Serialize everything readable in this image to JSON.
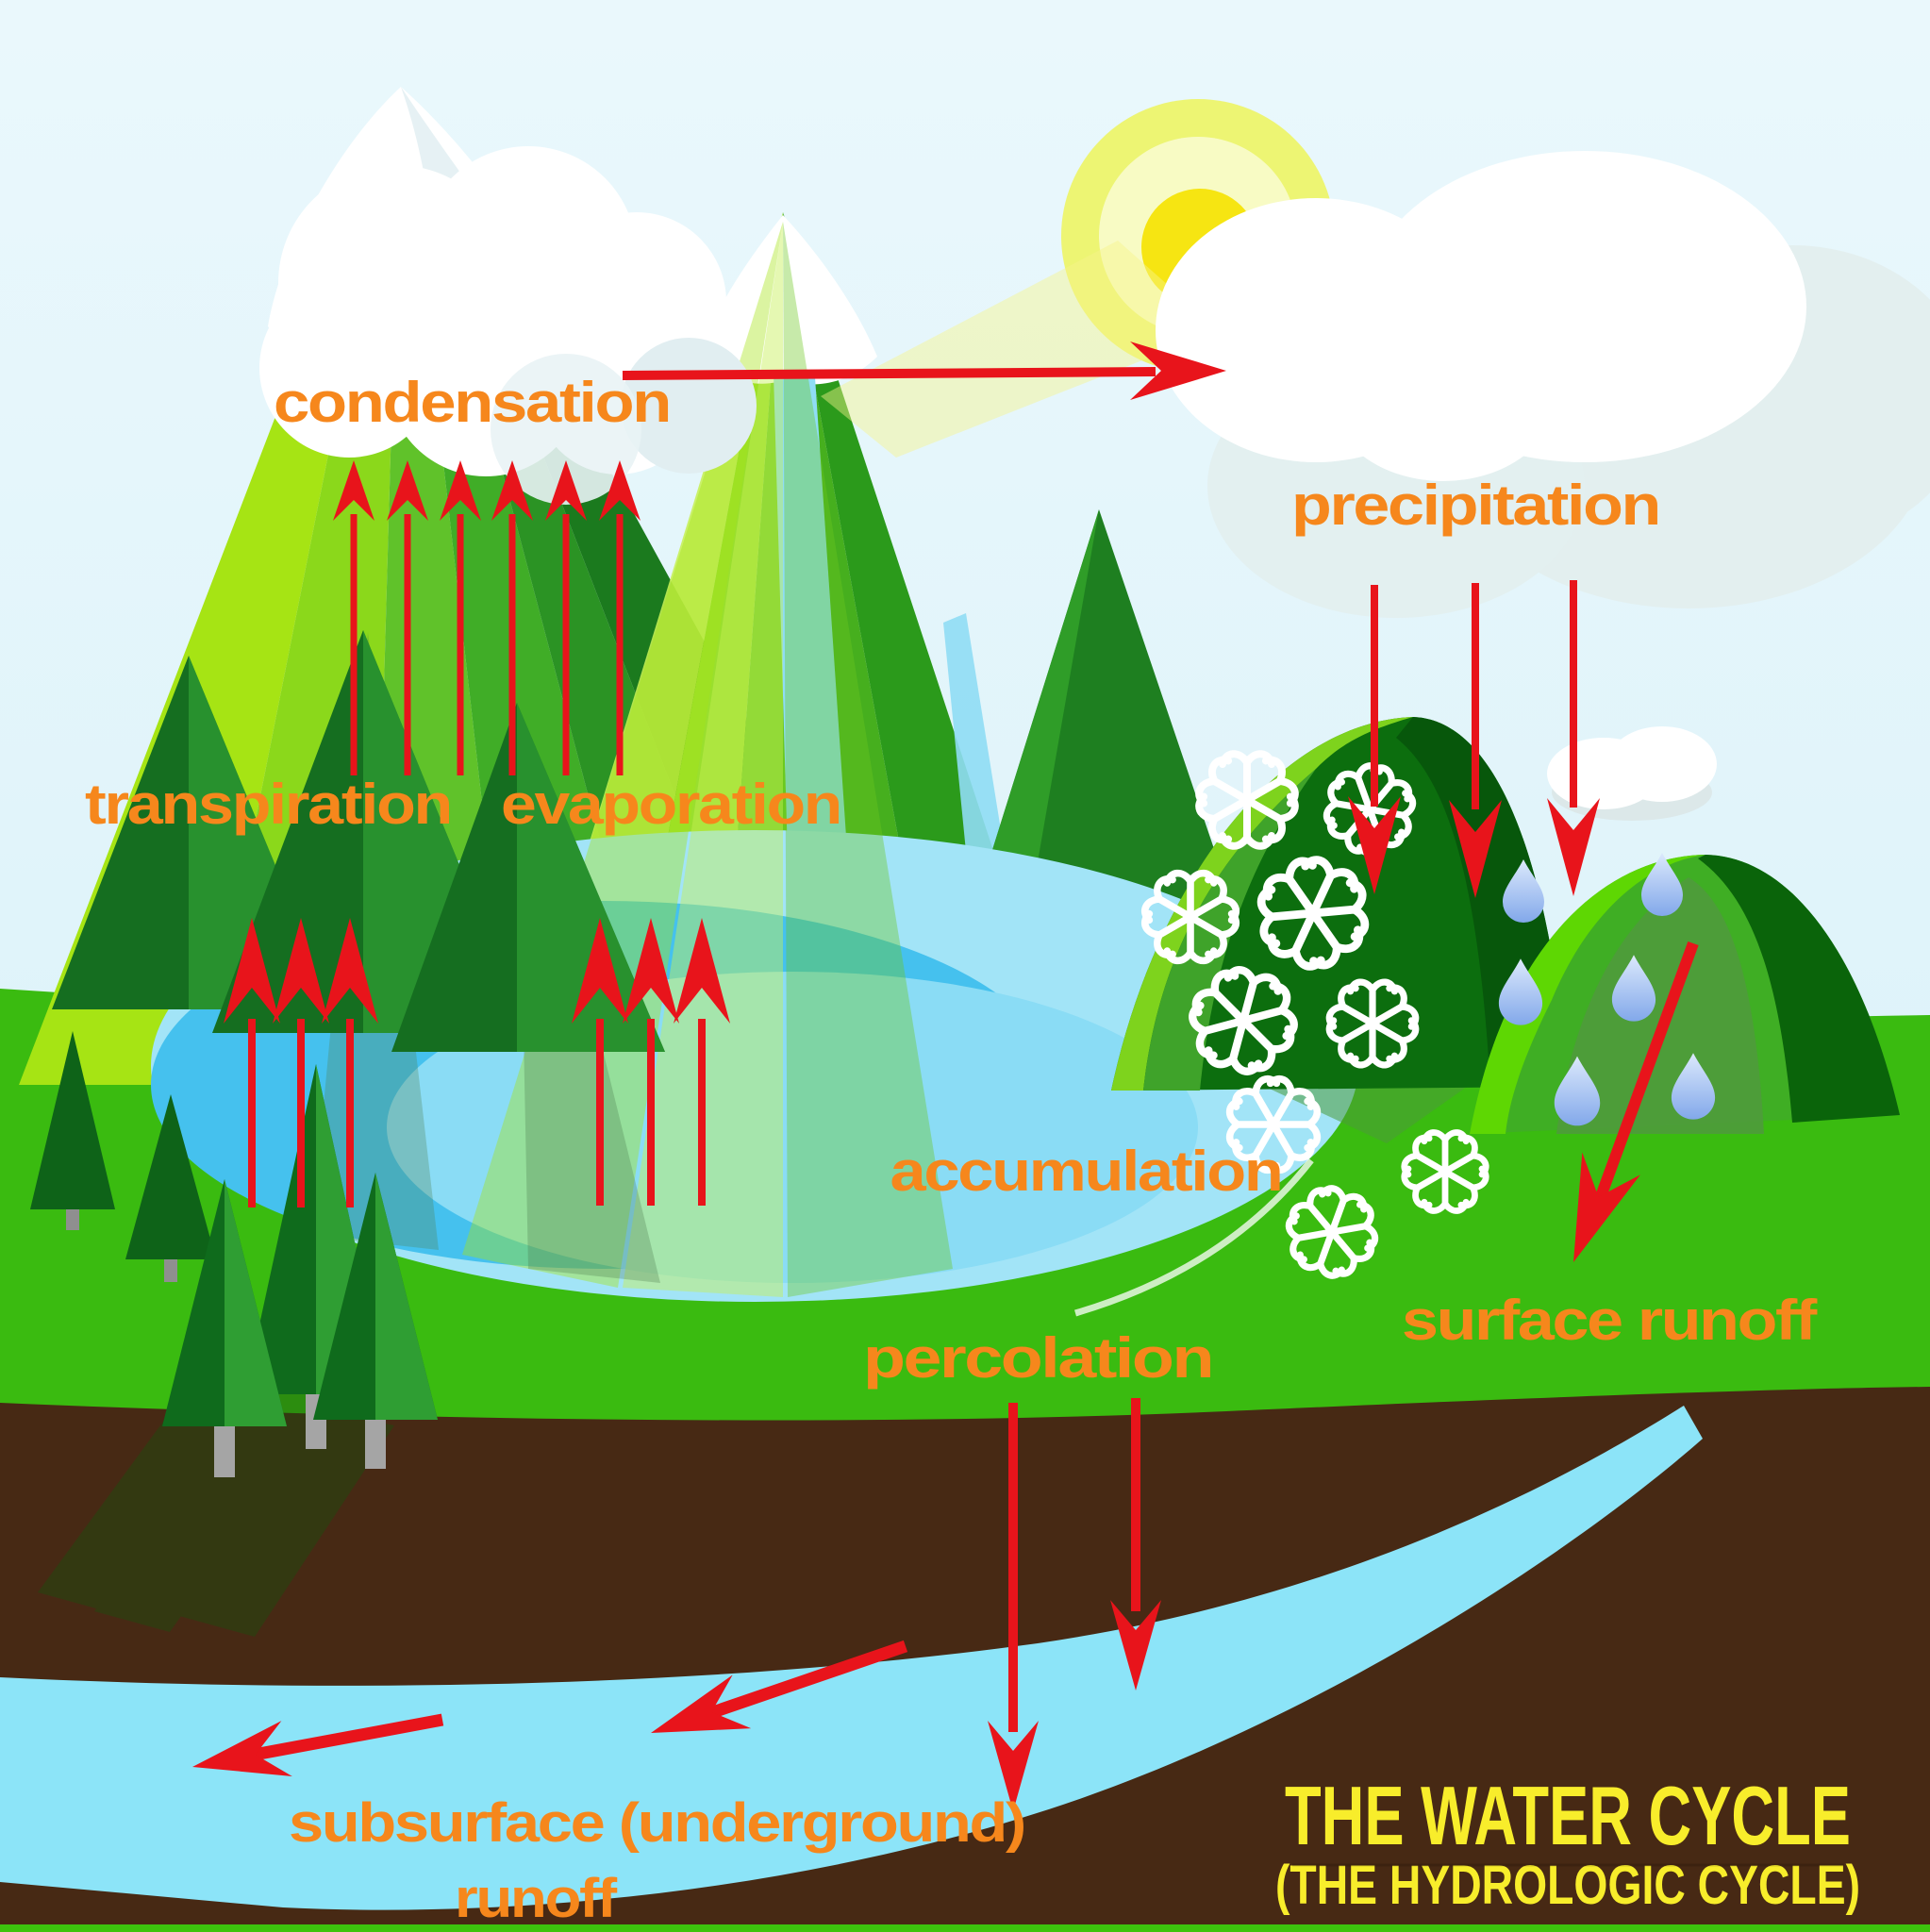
{
  "title": {
    "main": "THE WATER CYCLE",
    "sub": "(THE HYDROLOGIC CYCLE)"
  },
  "labels": {
    "condensation": "condensation",
    "precipitation": "precipitation",
    "transpiration": "transpiration",
    "evaporation": "evaporation",
    "accumulation": "accumulation",
    "percolation": "percolation",
    "surface_runoff": "surface runoff",
    "subsurface_runoff_line1": "subsurface (underground)",
    "subsurface_runoff_line2": "runoff"
  },
  "colors": {
    "label_orange": "#F6871C",
    "title_yellow": "#F8ED2B",
    "arrow_red": "#E8141B",
    "sky_top": "#EAF8FC",
    "sky": "#D9F1F8",
    "grass": "#3ABB10",
    "soil": "#472914",
    "river": "#8CE4F8",
    "lake_outer": "#A2E4F7",
    "lake_mid": "#45C1EE",
    "lake_inner": "#8ADCF5",
    "snow": "#FFFFFF",
    "sun_outer": "#EDF464",
    "sun_mid": "#F8FBC4",
    "sun_core": "#F6E512",
    "bottom_strip": "#3DC40D"
  },
  "icons": {
    "sun": "sun-icon",
    "cloud": "cloud-icon",
    "small_cloud": "small-cloud-icon",
    "snowflake": "snowflake-icon",
    "raindrop": "raindrop-icon",
    "pine_tree": "pine-tree-icon",
    "mountain": "mountain-icon",
    "up_arrow": "up-arrow-icon",
    "down_arrow": "down-arrow-icon"
  }
}
